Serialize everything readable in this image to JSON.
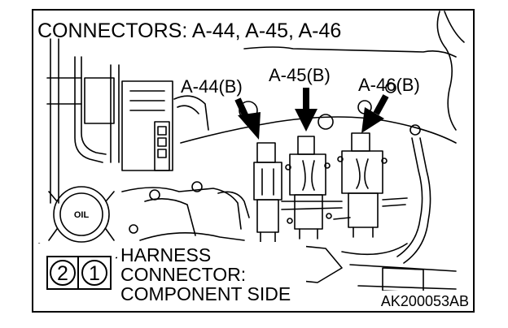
{
  "title": "CONNECTORS: A-44, A-45, A-46",
  "connector_labels": [
    "A-44(B)",
    "A-45(B)",
    "A-46(B)"
  ],
  "harness_pins": [
    "2",
    "1"
  ],
  "harness_text_lines": [
    "HARNESS",
    "CONNECTOR:",
    "COMPONENT SIDE"
  ],
  "engine_plate_text": "OIL",
  "figure_code": "AK200053AB",
  "colors": {
    "ink": "#000000",
    "paper": "#ffffff"
  }
}
